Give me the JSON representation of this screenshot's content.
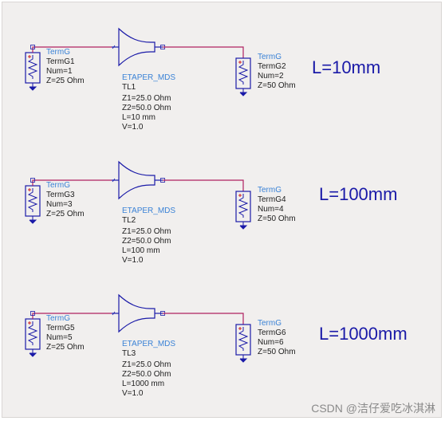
{
  "watermark": "CSDN @洁仔爱吃冰淇淋",
  "colors": {
    "wire": "#b02060",
    "component": "#1a1aa8",
    "component_label": "#3a82d6",
    "param_text": "#202020",
    "annotation": "#1a1aa8",
    "background": "#f1efee"
  },
  "circuits": [
    {
      "source": {
        "type": "TermG",
        "name": "TermG1",
        "num": "Num=1",
        "z": "Z=25 Ohm"
      },
      "taper": {
        "type": "ETAPER_MDS",
        "name": "TL1",
        "z1": "Z1=25.0 Ohm",
        "z2": "Z2=50.0 Ohm",
        "length": "L=10 mm",
        "v": "V=1.0"
      },
      "load": {
        "type": "TermG",
        "name": "TermG2",
        "num": "Num=2",
        "z": "Z=50 Ohm"
      },
      "annotation": "L=10mm"
    },
    {
      "source": {
        "type": "TermG",
        "name": "TermG3",
        "num": "Num=3",
        "z": "Z=25 Ohm"
      },
      "taper": {
        "type": "ETAPER_MDS",
        "name": "TL2",
        "z1": "Z1=25.0 Ohm",
        "z2": "Z2=50.0 Ohm",
        "length": "L=100 mm",
        "v": "V=1.0"
      },
      "load": {
        "type": "TermG",
        "name": "TermG4",
        "num": "Num=4",
        "z": "Z=50 Ohm"
      },
      "annotation": "L=100mm"
    },
    {
      "source": {
        "type": "TermG",
        "name": "TermG5",
        "num": "Num=5",
        "z": "Z=25 Ohm"
      },
      "taper": {
        "type": "ETAPER_MDS",
        "name": "TL3",
        "z1": "Z1=25.0 Ohm",
        "z2": "Z2=50.0 Ohm",
        "length": "L=1000 mm",
        "v": "V=1.0"
      },
      "load": {
        "type": "TermG",
        "name": "TermG6",
        "num": "Num=6",
        "z": "Z=50 Ohm"
      },
      "annotation": "L=1000mm"
    }
  ]
}
